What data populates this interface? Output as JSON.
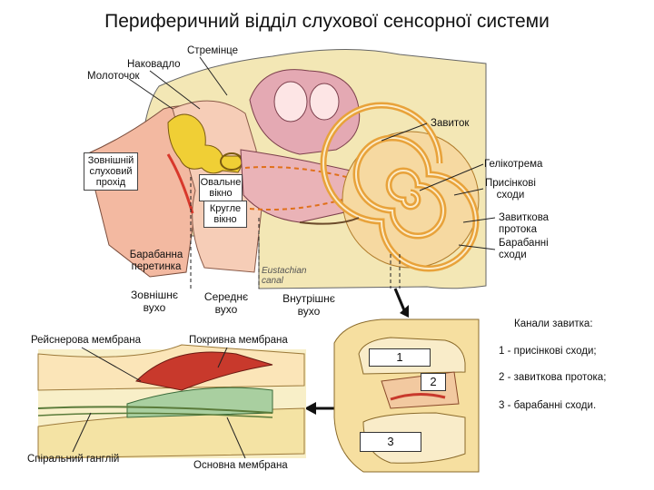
{
  "title": "Периферичний відділ слухової сенсорної системи",
  "labels": {
    "stapes": "Стремінце",
    "incus": "Наковадло",
    "malleus": "Молоточок",
    "cochlea": "Завиток",
    "helicotrema": "Гелікотрема",
    "scala_vestibuli": [
      "Присінкові",
      "сходи"
    ],
    "cochlear_duct": [
      "Завиткова",
      "протока"
    ],
    "scala_tympani": [
      "Барабанні",
      "сходи"
    ],
    "ear_canal": [
      "Зовнішній",
      "слуховий",
      "прохід"
    ],
    "oval_window": [
      "Овальне",
      "вікно"
    ],
    "round_window": [
      "Кругле",
      "вікно"
    ],
    "eardrum": [
      "Барабанна",
      "перетинка"
    ],
    "outer_ear": [
      "Зовнішнє",
      "вухо"
    ],
    "middle_ear": [
      "Середнє",
      "вухо"
    ],
    "inner_ear": [
      "Внутрішнє",
      "вухо"
    ],
    "eustachian": [
      "Eustachian",
      "canal"
    ],
    "reissner": "Рейснерова мембрана",
    "tectorial": "Покривна мембрана",
    "spiral_ganglion": "Спіральний ганглій",
    "basilar": "Основна мембрана"
  },
  "legend": {
    "title": "Канали завитка:",
    "items": [
      "1 - присінкові сходи;",
      "2 - завиткова протока;",
      "3 - барабанні сходи."
    ]
  },
  "channel_numbers": [
    "1",
    "2",
    "3"
  ]
}
